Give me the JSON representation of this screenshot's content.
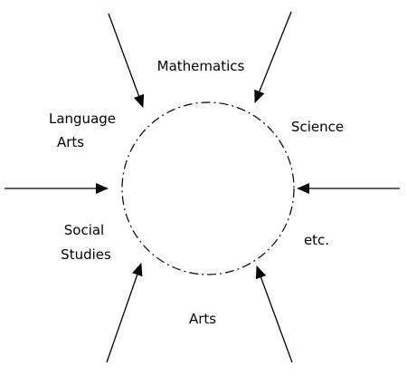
{
  "diagram": {
    "labels": {
      "mathematics": "Mathematics",
      "language_arts_line1": "Language",
      "language_arts_line2": "Arts",
      "science": "Science",
      "social_studies_line1": "Social",
      "social_studies_line2": "Studies",
      "etc": "etc.",
      "arts": "Arts"
    },
    "colors": {
      "stroke": "#000000",
      "text": "#000000",
      "background": "#ffffff"
    }
  }
}
